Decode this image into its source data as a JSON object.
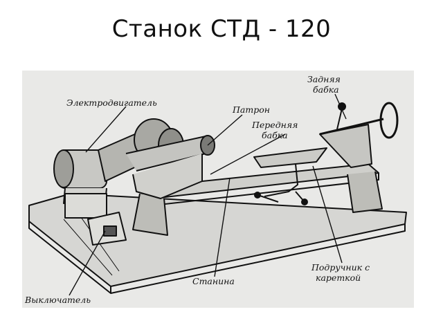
{
  "slide": {
    "title": "Станок СТД - 120"
  },
  "labels": {
    "motor": "Электродвигатель",
    "chuck": "Патрон",
    "headstock_1": "Передняя",
    "headstock_2": "бабка",
    "tailstock_1": "Задняя",
    "tailstock_2": "бабка",
    "bed": "Станина",
    "rest_1": "Подручник с",
    "rest_2": "кареткой",
    "switch": "Выключатель"
  }
}
